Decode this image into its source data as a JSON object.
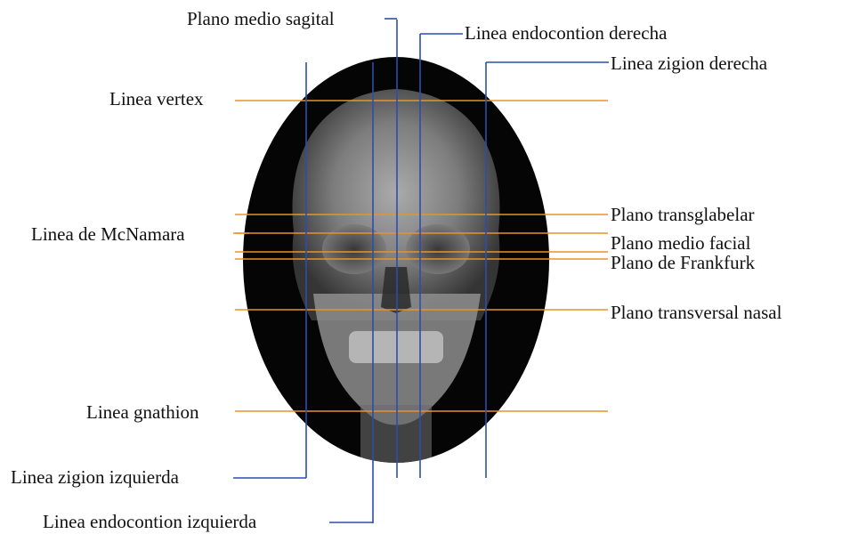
{
  "colors": {
    "horizontal_line": "#E6942A",
    "vertical_line": "#2A4FA8",
    "background": "#FFFFFF",
    "xray_background": "#050505",
    "leader_horizontal": "#E6942A",
    "leader_vertical": "#2A4FA8"
  },
  "image": {
    "subject": "skull-xray-frontal-icon"
  },
  "labels": {
    "plano_medio_sagital": "Plano medio sagital",
    "linea_endocontion_derecha": "Linea endocontion derecha",
    "linea_zigion_derecha": "Linea zigion derecha",
    "linea_vertex": "Linea vertex",
    "plano_transglabelar": "Plano transglabelar",
    "linea_mcnamara": "Linea de McNamara",
    "plano_medio_facial": "Plano medio facial",
    "plano_frankfurk": "Plano de Frankfurk",
    "plano_transversal_nasal": "Plano transversal nasal",
    "linea_gnathion": "Linea gnathion",
    "linea_zigion_izquierda": "Linea zigion izquierda",
    "linea_endocontion_izquierda": "Linea endocontion izquierda"
  }
}
